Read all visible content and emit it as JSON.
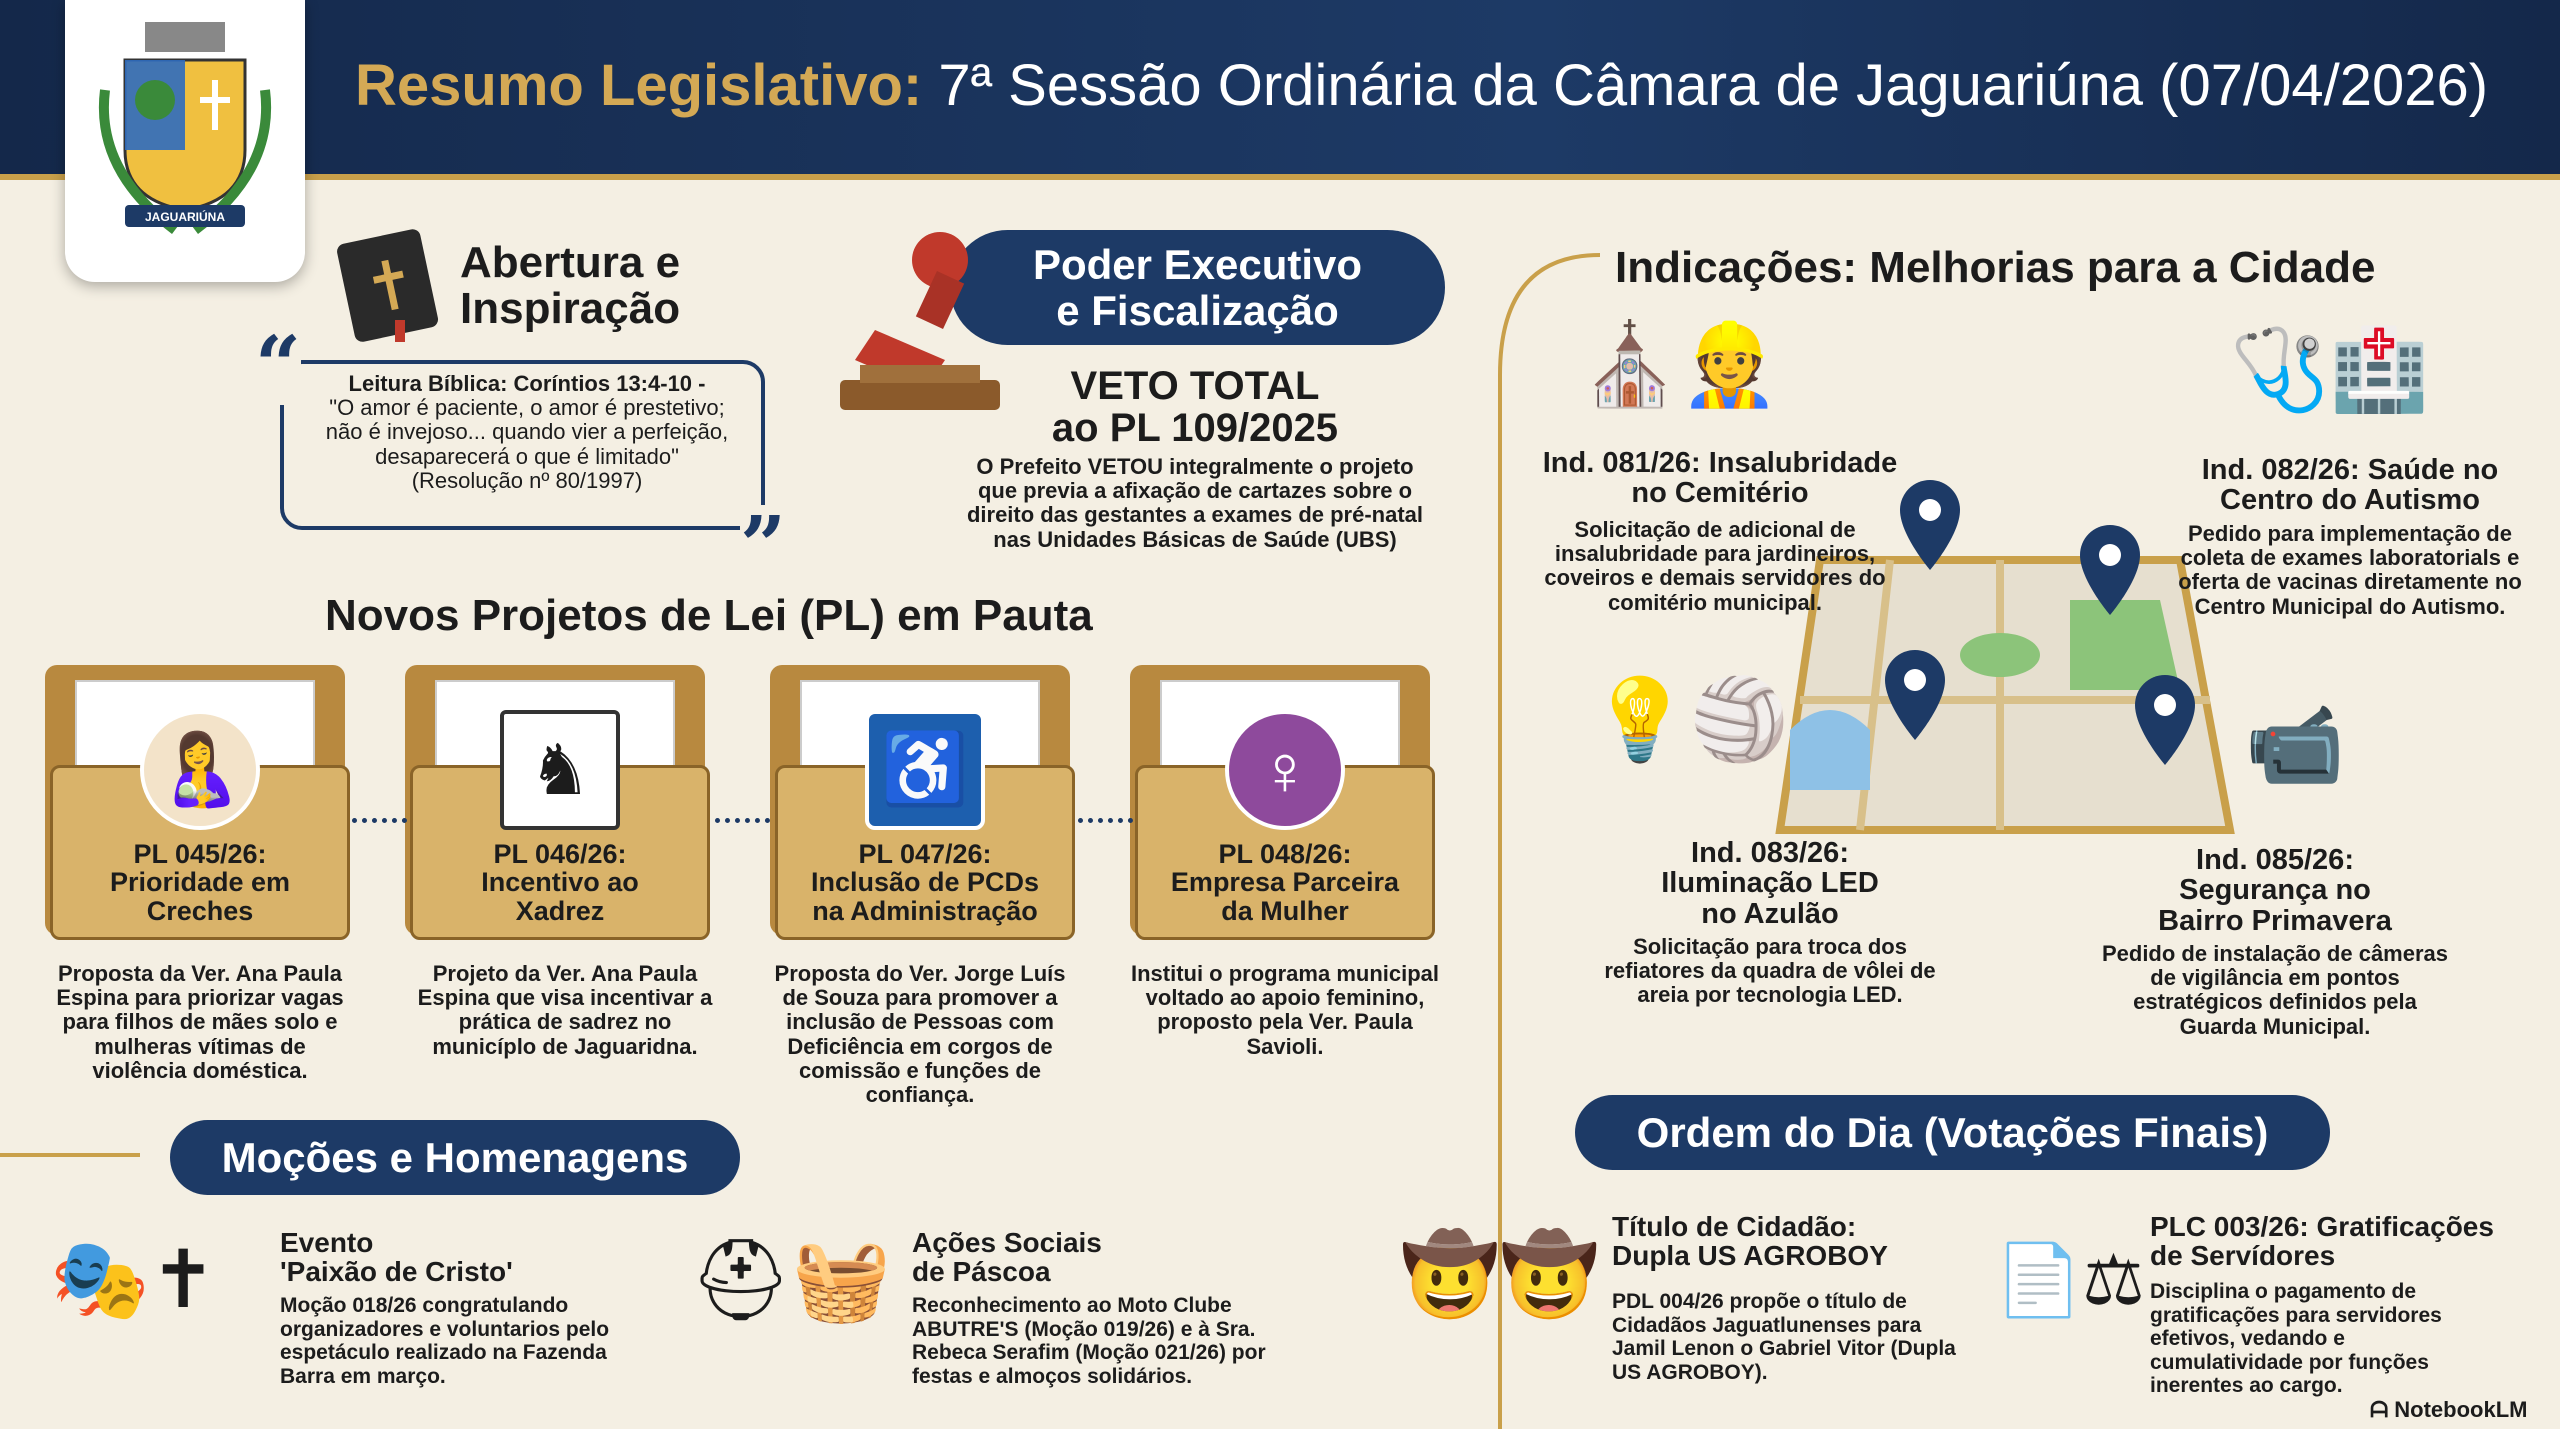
{
  "header": {
    "title_highlight": "Resumo Legislativo:",
    "title_rest": " 7ª Sessão Ordinária da Câmara de Jaguariúna (07/04/2026)"
  },
  "logo": {
    "banner": "JAGUARIÚNA"
  },
  "abertura": {
    "title_line1": "Abertura e",
    "title_line2": "Inspiração",
    "quote_lines": [
      "Leitura Bíblica: Coríntios 13:4-10 -",
      "\"O amor é paciente, o amor é prestetivo;",
      "não é invejoso... quando vier a perfeição,",
      "desaparecerá o que é limitado\"",
      "(Resolução nº 80/1997)"
    ]
  },
  "executivo": {
    "pill_line1": "Poder Executivo",
    "pill_line2": "e Fiscalização",
    "veto_line1": "VETO TOTAL",
    "veto_line2": "ao PL 109/2025",
    "desc_lines": [
      "O Prefeito VETOU integralmente o projeto",
      "que previa a afixação de cartazes sobre o",
      "direito das gestantes a exames de pré-natal",
      "nas Unidades Básicas de Saúde (UBS)"
    ]
  },
  "projetos": {
    "heading": "Novos Projetos de Lei (PL) em Pauta",
    "items": [
      {
        "title": "PL 045/26:\nPrioridade em\nCreches",
        "desc": "Proposta da Ver. Ana Paula Espina para priorizar vagas para filhos de mães solo e mulheras vítimas de violência doméstica.",
        "icon": "mother-child-icon"
      },
      {
        "title": "PL 046/26:\nIncentivo ao\nXadrez",
        "desc": "Projeto da Ver. Ana Paula Espina que visa incentivar a prática de sadrez no municíplo de Jaguaridna.",
        "icon": "chess-icon"
      },
      {
        "title": "PL 047/26:\nInclusão de PCDs\nna Administração",
        "desc": "Proposta do Ver. Jorge Luís de Souza para promover a inclusão de Pessoas com Deficiência em corgos de comissão e funções de confiança.",
        "icon": "wheelchair-icon"
      },
      {
        "title": "PL 048/26:\nEmpresa Parceira\nda Mulher",
        "desc": "Institui o programa municipal voltado ao apoio feminino, proposto pela Ver. Paula Savioli.",
        "icon": "female-icon"
      }
    ]
  },
  "indicacoes": {
    "heading": "Indicações: Melhorias para a Cidade",
    "items": [
      {
        "title": "Ind. 081/26: Insalubridade\nno Cemitério",
        "desc": "Solicitação de adicional de insalubridade para jardineiros, coveiros e demais servidores do comitério municipal."
      },
      {
        "title": "Ind. 082/26: Saúde no\nCentro do Autismo",
        "desc": "Pedido para implementação de coleta de exames laboratorials e oferta de vacinas diretamente no Centro Municipal do Autismo."
      },
      {
        "title": "Ind. 083/26:\nIluminação LED\nno Azulão",
        "desc": "Solicitação para troca dos refiatores da quadra de vôlei de areia por tecnologia LED."
      },
      {
        "title": "Ind. 085/26:\nSegurança no\nBairro Primavera",
        "desc": "Pedido de instalação de câmeras de vigilância em pontos estratégicos definidos pela Guarda Municipal."
      }
    ]
  },
  "mocoes": {
    "heading": "Moções e Homenagens",
    "items": [
      {
        "title": "Evento\n'Paixão de Cristo'",
        "desc": "Moção 018/26 congratulando organizadores e voluntarios pelo espetáculo realizado na Fazenda Barra em março."
      },
      {
        "title": "Ações Sociais\nde Páscoa",
        "desc": "Reconhecimento ao Moto Clube ABUTRE'S (Moção 019/26) e à Sra. Rebeca Serafim (Moção 021/26) por festas e almoços solidários."
      }
    ]
  },
  "ordem": {
    "heading": "Ordem do Dia (Votações Finais)",
    "items": [
      {
        "title": "Título de Cidadão:\nDupla US AGROBOY",
        "desc": "PDL 004/26 propõe o título de Cidadãos Jaguatlunenses para Jamil Lenon o Gabriel Vitor (Dupla US AGROBOY)."
      },
      {
        "title": "PLC 003/26: Gratificações\nde Servídores",
        "desc": "Disciplina o pagamento de gratificações para servidores efetivos, vedando e cumulatividade por funções inerentes ao cargo."
      }
    ]
  },
  "footer": {
    "brand": "NotebookLM"
  },
  "colors": {
    "navy": "#1d3a66",
    "gold": "#c9a04a",
    "paper": "#f4efe3"
  }
}
